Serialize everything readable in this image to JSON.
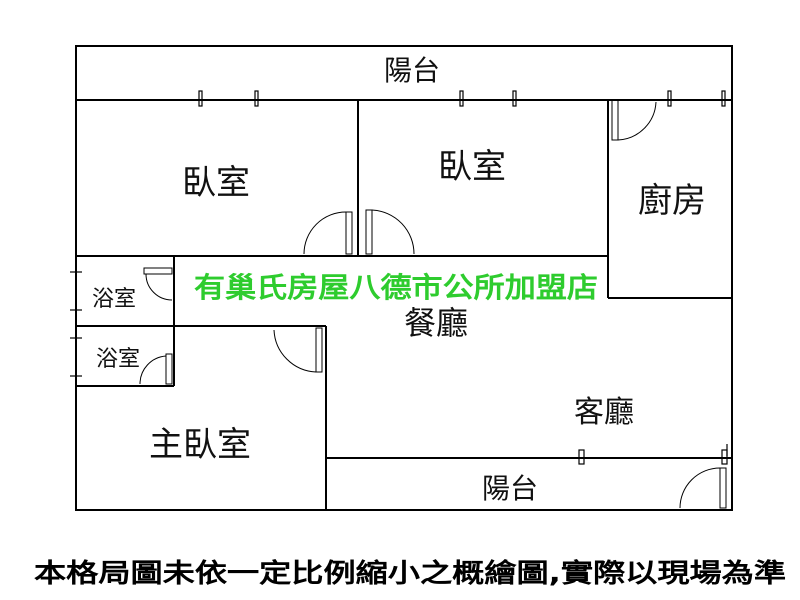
{
  "rooms": {
    "balcony_top": "陽台",
    "bedroom_left": "臥室",
    "bedroom_mid": "臥室",
    "kitchen": "廚房",
    "bath_upper": "浴室",
    "bath_lower": "浴室",
    "dining": "餐廳",
    "living": "客廳",
    "master_bedroom": "主臥室",
    "balcony_bottom": "陽台"
  },
  "watermark": "有巢氏房屋八德市公所加盟店",
  "disclaimer": "本格局圖未依一定比例縮小之概繪圖,實際以現場為準",
  "colors": {
    "walls": "#000000",
    "watermark": "#2ecc2e",
    "background": "#ffffff"
  }
}
